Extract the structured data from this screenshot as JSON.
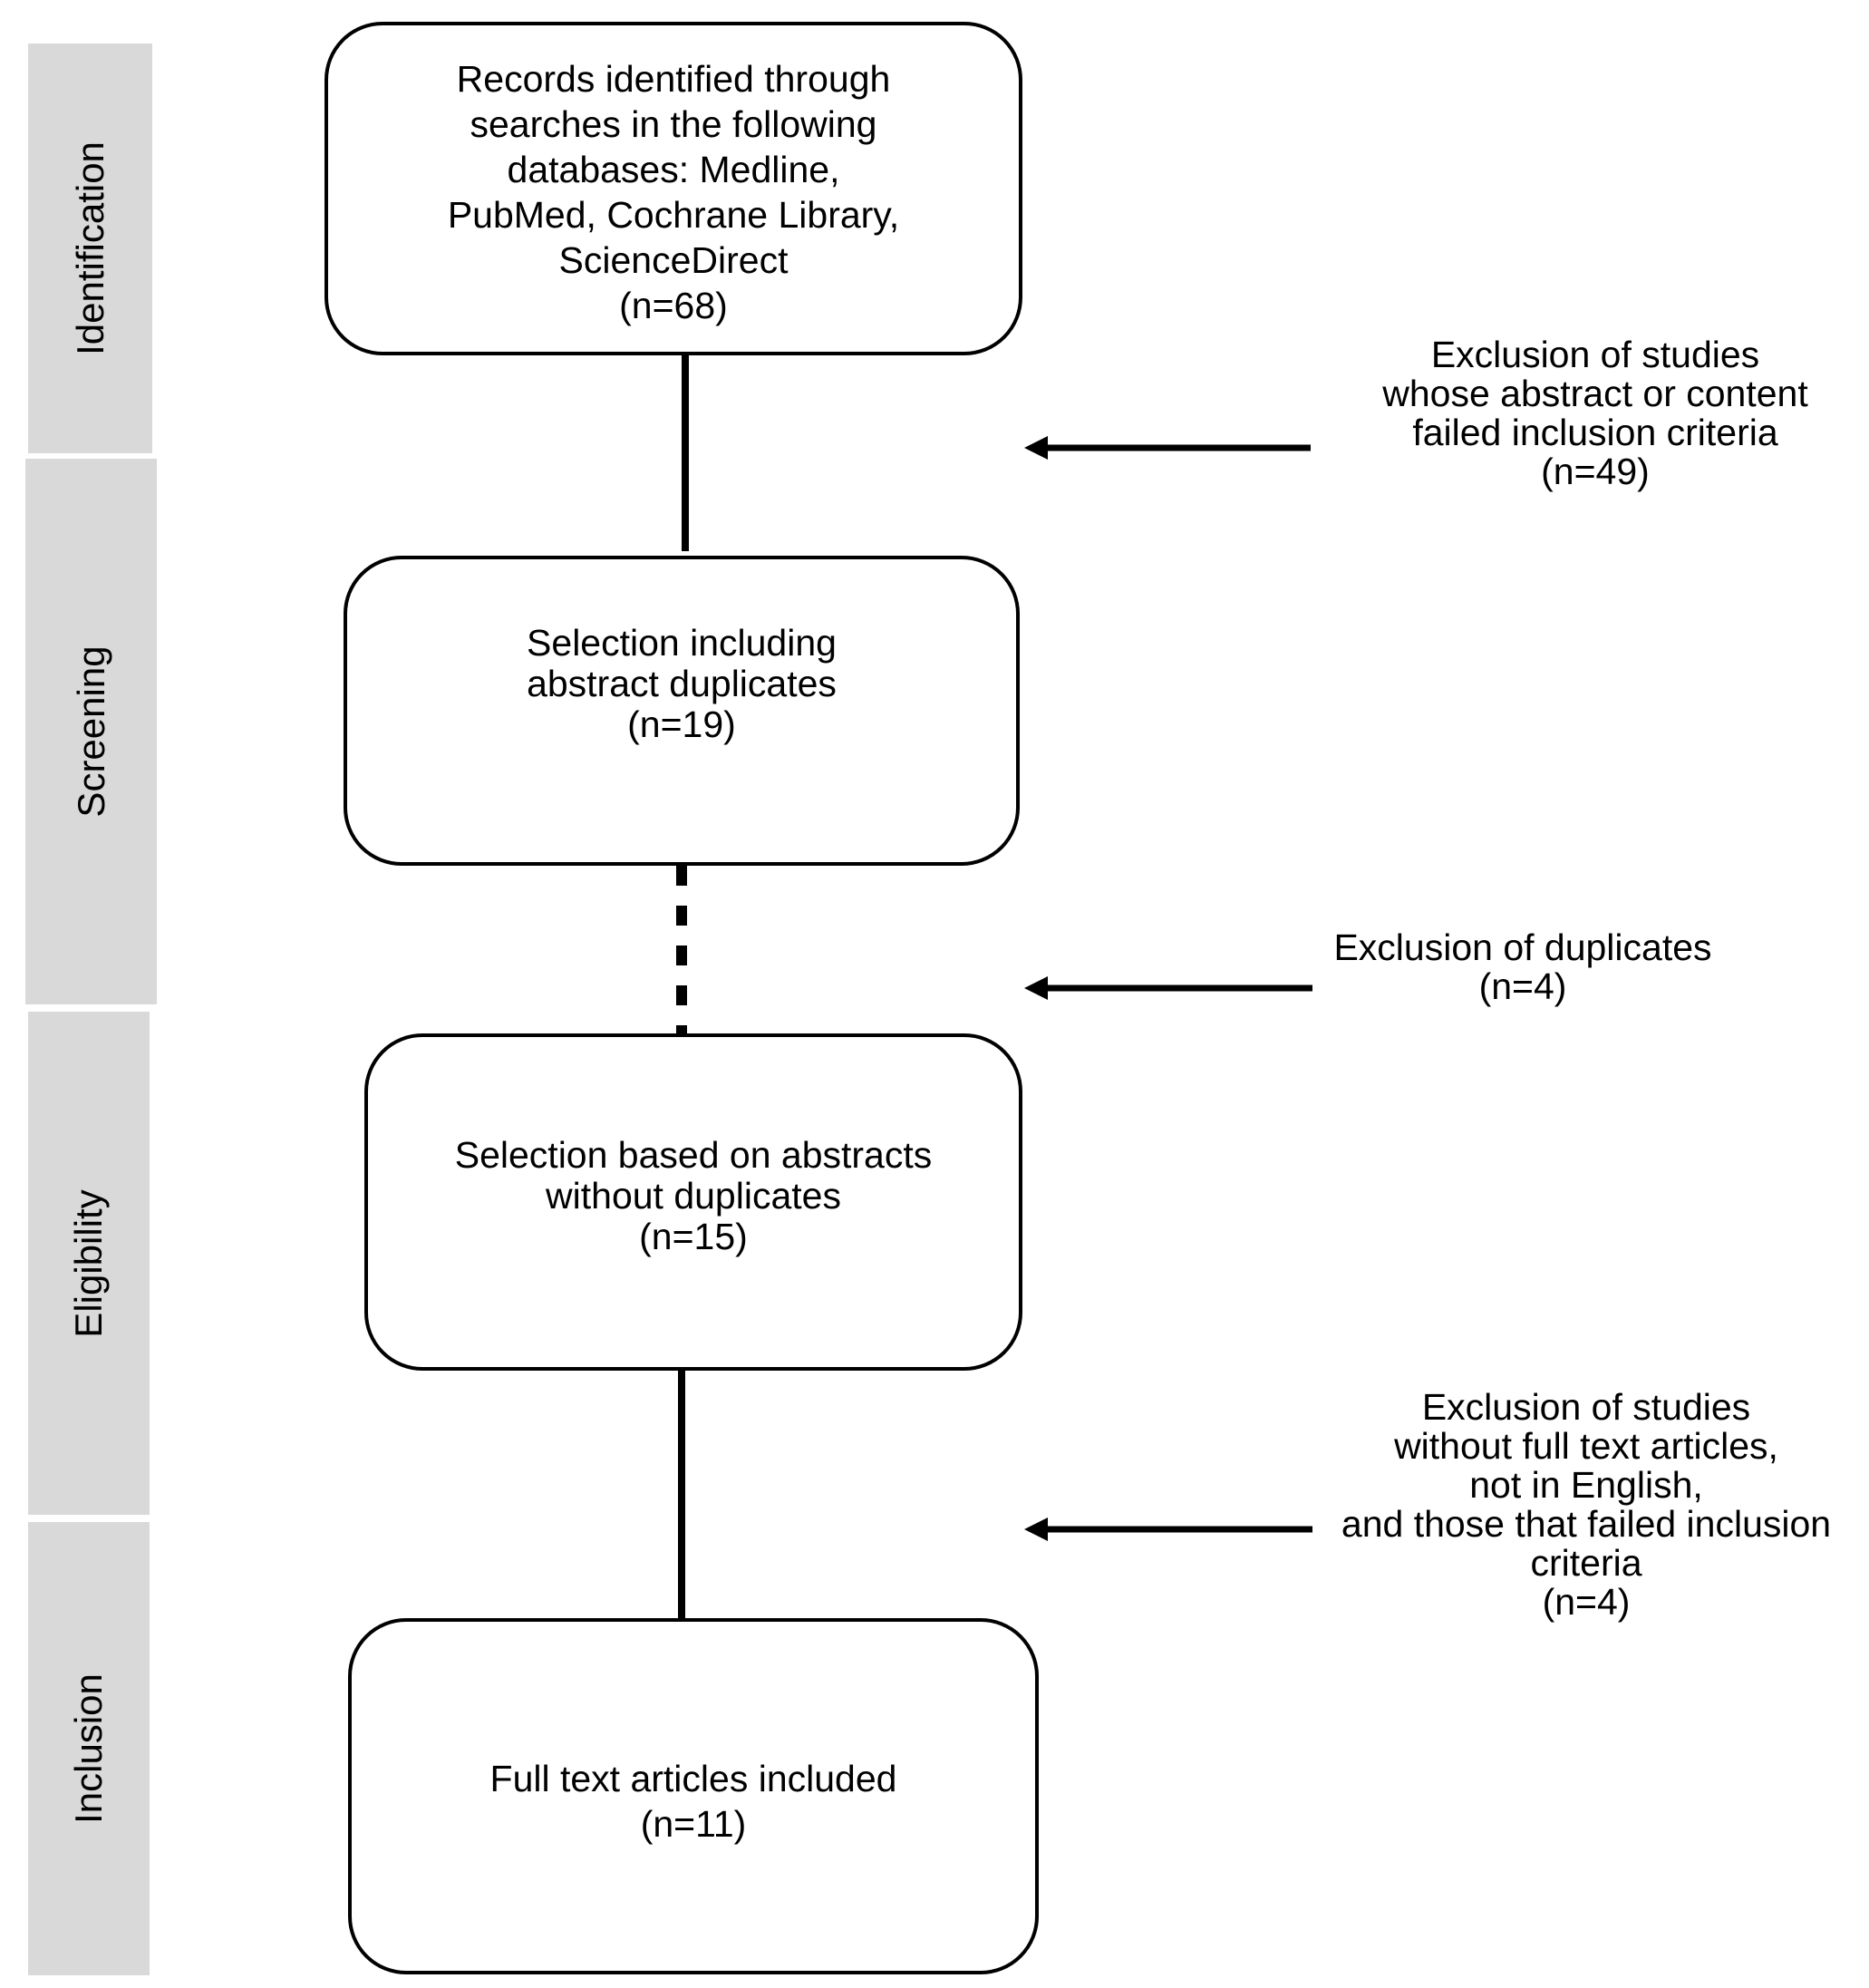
{
  "stages": [
    "Identification",
    "Screening",
    "Eligibility",
    "Inclusion"
  ],
  "boxes": [
    {
      "lines": [
        "Records identified through",
        "searches in the following",
        "databases: Medline,",
        "PubMed, Cochrane Library,",
        "ScienceDirect"
      ],
      "count": "(n=68)"
    },
    {
      "lines": [
        "Selection including",
        "abstract duplicates"
      ],
      "count": "(n=19)"
    },
    {
      "lines": [
        "Selection based on abstracts",
        "without duplicates"
      ],
      "count": "(n=15)"
    },
    {
      "lines": [
        "Full text articles included"
      ],
      "count": "(n=11)"
    }
  ],
  "exclusions": [
    {
      "lines": [
        "Exclusion of studies",
        "whose abstract or content",
        "failed inclusion criteria"
      ],
      "count": "(n=49)"
    },
    {
      "lines": [
        "Exclusion of duplicates"
      ],
      "count": "(n=4)"
    },
    {
      "lines": [
        "Exclusion of studies",
        "without full text articles,",
        "not in English,",
        "and those that failed inclusion",
        "criteria"
      ],
      "count": "(n=4)"
    }
  ]
}
